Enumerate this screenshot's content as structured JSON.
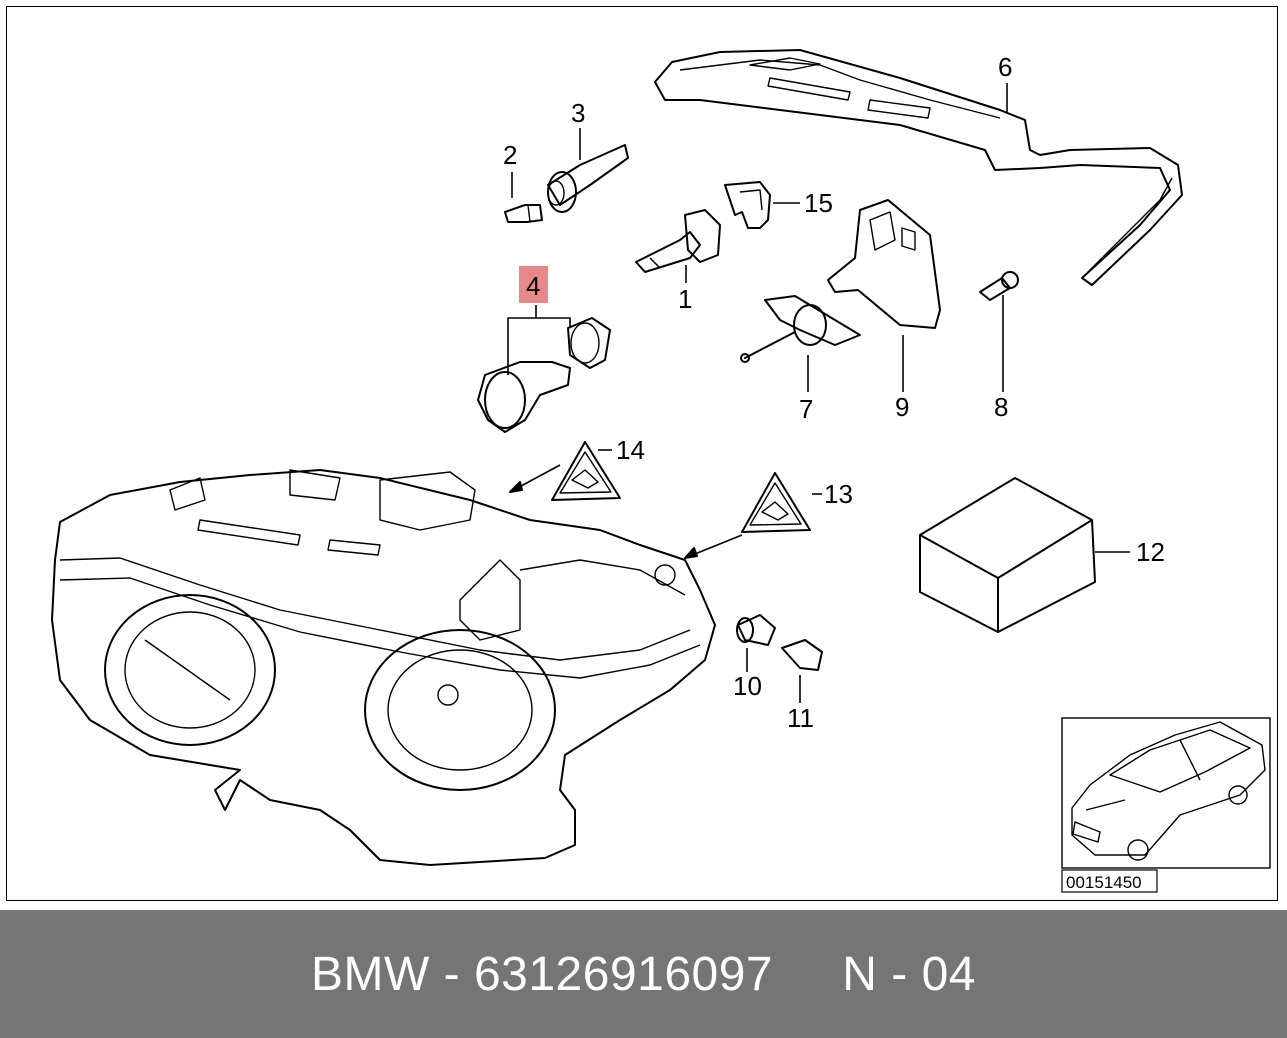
{
  "diagram": {
    "callouts": {
      "c1": "1",
      "c2": "2",
      "c3": "3",
      "c4": "4",
      "c6": "6",
      "c7": "7",
      "c8": "8",
      "c9": "9",
      "c10": "10",
      "c11": "11",
      "c12": "12",
      "c13": "13",
      "c14": "14",
      "c15": "15"
    },
    "highlighted_callout": "4",
    "highlight_color": "#e8888a",
    "reference_number": "00151450"
  },
  "footer": {
    "text": "BMW - 63126916097     N - 04",
    "background_color": "#757575",
    "text_color": "#ffffff"
  }
}
